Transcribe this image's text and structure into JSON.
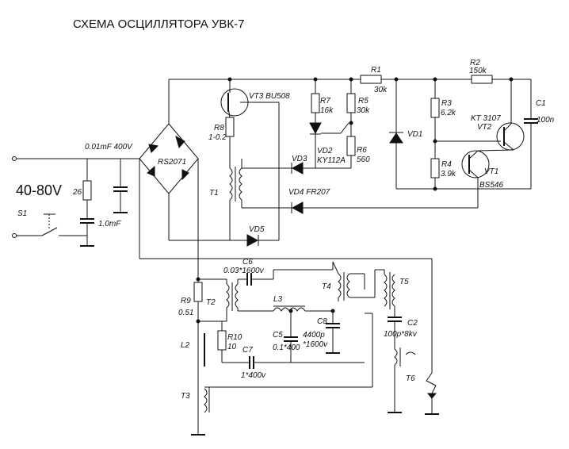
{
  "title": "СХЕМА ОСЦИЛЛЯТОРА УВК-7",
  "input_voltage": "40-80V",
  "labels": {
    "s1": "S1",
    "cap_input": "0.01mF 400V",
    "bridge": "RS2071",
    "r26": "26",
    "cap_1mf": "1.0mF",
    "vt3": "VT3 BU508",
    "r8_name": "R8",
    "r8_val": "1-0.2",
    "t1": "T1",
    "vd5": "VD5",
    "vd3": "VD3",
    "vd4": "VD4 FR207",
    "r7_name": "R7",
    "r7_val": "16k",
    "r5_name": "R5",
    "r5_val": "30k",
    "vd2_name": "VD2",
    "vd2_val": "KY112A",
    "r6_name": "R6",
    "r6_val": "560",
    "r1_name": "R1",
    "r1_val": "30k",
    "r2_name": "R2",
    "r2_val": "150k",
    "r3_name": "R3",
    "r3_val": "6.2k",
    "r4_name": "R4",
    "r4_val": "3.9k",
    "vd1": "VD1",
    "vt2_name": "KT 3107",
    "vt2_val": "VT2",
    "vt1_name": "VT1",
    "vt1_val": "BS546",
    "c1_name": "C1",
    "c1_val": "100n",
    "c6_name": "C6",
    "c6_val": "0.03*1600v",
    "t4": "T4",
    "t5": "T5",
    "r9_name": "R9",
    "r9_val": "0.51",
    "t2": "T2",
    "l3": "L3",
    "r10_name": "R10",
    "r10_val": "10",
    "c5_name": "C5",
    "c5_val": "0.1*400",
    "c8_name": "C8",
    "c8_val1": "4400p",
    "c8_val2": "*1600v",
    "c2_name": "C2",
    "c2_val": "100p*8kv",
    "l2": "L2",
    "c7_name": "C7",
    "c7_val": "1*400v",
    "t6": "T6",
    "t3": "T3"
  }
}
